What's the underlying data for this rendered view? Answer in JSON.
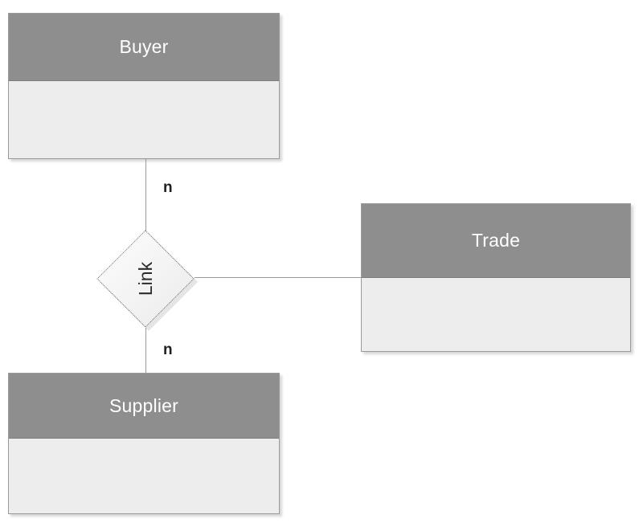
{
  "diagram": {
    "type": "entity-relationship",
    "background_color": "#ffffff",
    "palette": {
      "header_fill": "#8e8e8e",
      "body_fill": "#ededed",
      "border": "#9a9a9a",
      "header_text": "#ffffff",
      "label_text": "#1f1f1f",
      "connector": "#9a9a9a"
    },
    "entities": [
      {
        "id": "buyer",
        "name": "Buyer"
      },
      {
        "id": "trade",
        "name": "Trade"
      },
      {
        "id": "supplier",
        "name": "Supplier"
      }
    ],
    "relationships": [
      {
        "id": "link",
        "name": "Link",
        "shape": "diamond",
        "text_orientation": "vertical"
      }
    ],
    "connectors": [
      {
        "id": "buyer-link",
        "from": "buyer",
        "to": "link",
        "cardinality": "n"
      },
      {
        "id": "link-supplier",
        "from": "link",
        "to": "supplier",
        "cardinality": "n"
      },
      {
        "id": "link-trade",
        "from": "link",
        "to": "trade",
        "cardinality": ""
      }
    ],
    "cardinalities": {
      "buyer_link": "n",
      "link_supplier": "n"
    }
  }
}
